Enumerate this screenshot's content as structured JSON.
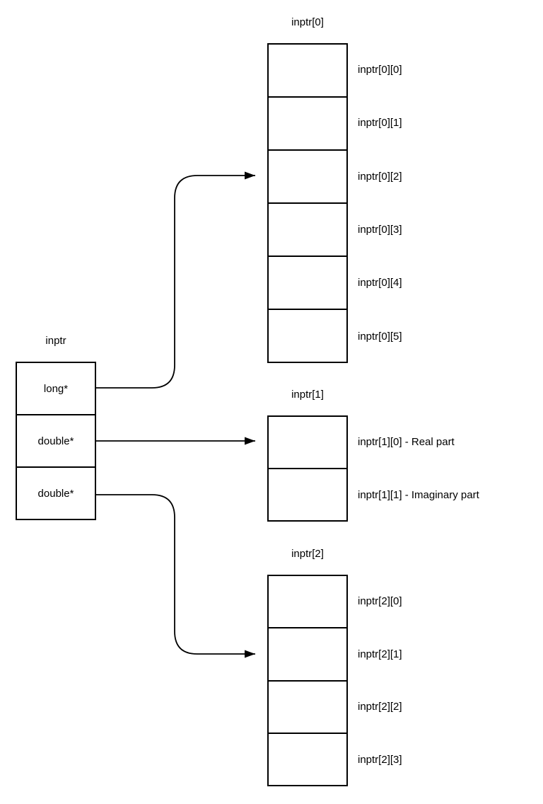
{
  "colors": {
    "line": "#000000",
    "background": "#ffffff"
  },
  "pointer_block": {
    "title": "inptr",
    "cells": [
      "long*",
      "double*",
      "double*"
    ]
  },
  "arrays": [
    {
      "title": "inptr[0]",
      "labels": [
        "inptr[0][0]",
        "inptr[0][1]",
        "inptr[0][2]",
        "inptr[0][3]",
        "inptr[0][4]",
        "inptr[0][5]"
      ]
    },
    {
      "title": "inptr[1]",
      "labels": [
        "inptr[1][0] - Real part",
        "inptr[1][1] - Imaginary part"
      ]
    },
    {
      "title": "inptr[2]",
      "labels": [
        "inptr[2][0]",
        "inptr[2][1]",
        "inptr[2][2]",
        "inptr[2][3]"
      ]
    }
  ],
  "arrows": [
    {
      "from": "long*",
      "to": "inptr[0]"
    },
    {
      "from": "double*",
      "to": "inptr[1]"
    },
    {
      "from": "double*",
      "to": "inptr[2]"
    }
  ]
}
